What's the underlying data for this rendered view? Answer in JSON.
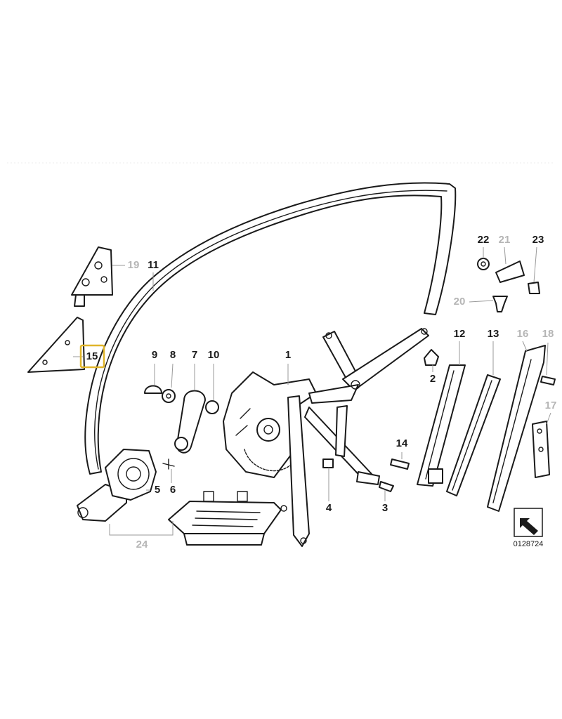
{
  "colors": {
    "highlight": "#e0b52a",
    "callout_dark": "#1a1a1a",
    "callout_light": "#b5b5b5"
  },
  "highlighted_callout": "15",
  "callouts": {
    "c1": "1",
    "c2": "2",
    "c3": "3",
    "c4": "4",
    "c5": "5",
    "c6": "6",
    "c7": "7",
    "c8": "8",
    "c9": "9",
    "c10": "10",
    "c11": "11",
    "c12": "12",
    "c13": "13",
    "c14": "14",
    "c15": "15",
    "c16": "16",
    "c17": "17",
    "c18": "18",
    "c19": "19",
    "c20": "20",
    "c21": "21",
    "c22": "22",
    "c23": "23",
    "c24": "24"
  },
  "diagram_ref": "0128724",
  "icons": {
    "view_direction": "arrow-view-icon"
  }
}
